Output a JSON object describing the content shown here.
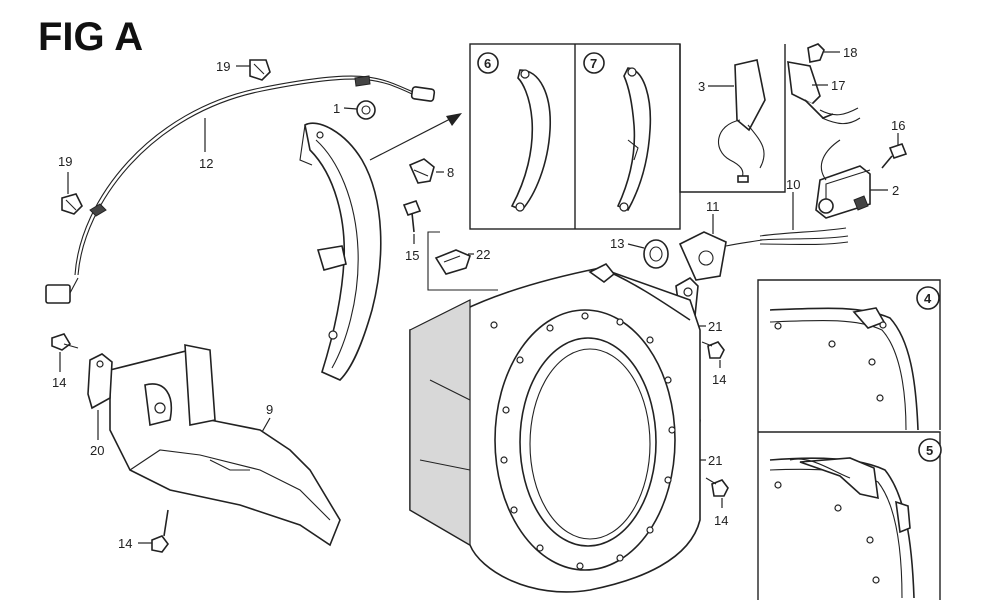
{
  "figure": {
    "title": "FIG A"
  },
  "labels": {
    "p1": "1",
    "p2": "2",
    "p3": "3",
    "p8": "8",
    "p9": "9",
    "p10": "10",
    "p11": "11",
    "p12": "12",
    "p13": "13",
    "p14a": "14",
    "p14b": "14",
    "p14c": "14",
    "p14d": "14",
    "p15": "15",
    "p16": "16",
    "p17": "17",
    "p18": "18",
    "p19a": "19",
    "p19b": "19",
    "p20": "20",
    "p21a": "21",
    "p21b": "21",
    "p22": "22"
  },
  "callouts": {
    "c4": "4",
    "c5": "5",
    "c6": "6",
    "c7": "7"
  }
}
